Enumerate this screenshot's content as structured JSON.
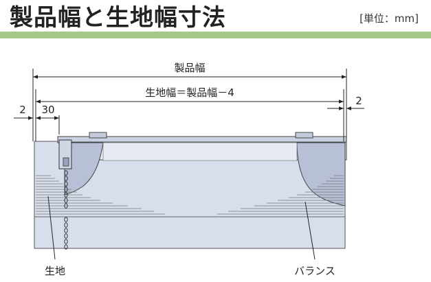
{
  "header": {
    "title": "製品幅と生地幅寸法",
    "unit": "[単位：mm]",
    "accent_color": "#a6c98a"
  },
  "dimensions": {
    "product_width_label": "製品幅",
    "fabric_width_label": "生地幅＝製品幅－4",
    "left_gap": "2",
    "left_offset": "30",
    "right_gap": "2"
  },
  "callouts": {
    "fabric": "生地",
    "valance": "バランス"
  }
}
